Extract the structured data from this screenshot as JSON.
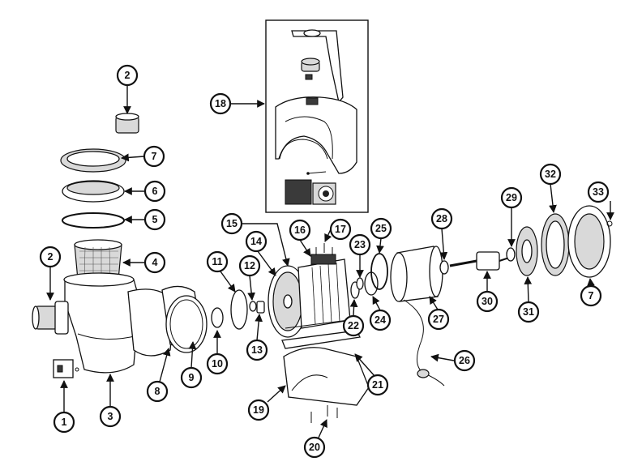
{
  "callouts": {
    "c1": "1",
    "c2a": "2",
    "c2b": "2",
    "c3": "3",
    "c4": "4",
    "c5": "5",
    "c6": "6",
    "c7a": "7",
    "c7b": "7",
    "c8": "8",
    "c9": "9",
    "c10": "10",
    "c11": "11",
    "c12": "12",
    "c13": "13",
    "c14": "14",
    "c15": "15",
    "c16": "16",
    "c17": "17",
    "c18": "18",
    "c19": "19",
    "c20": "20",
    "c21": "21",
    "c22": "22",
    "c23": "23",
    "c24": "24",
    "c25": "25",
    "c26": "26",
    "c27": "27",
    "c28": "28",
    "c29": "29",
    "c30": "30",
    "c31": "31",
    "c32": "32",
    "c33": "33"
  }
}
